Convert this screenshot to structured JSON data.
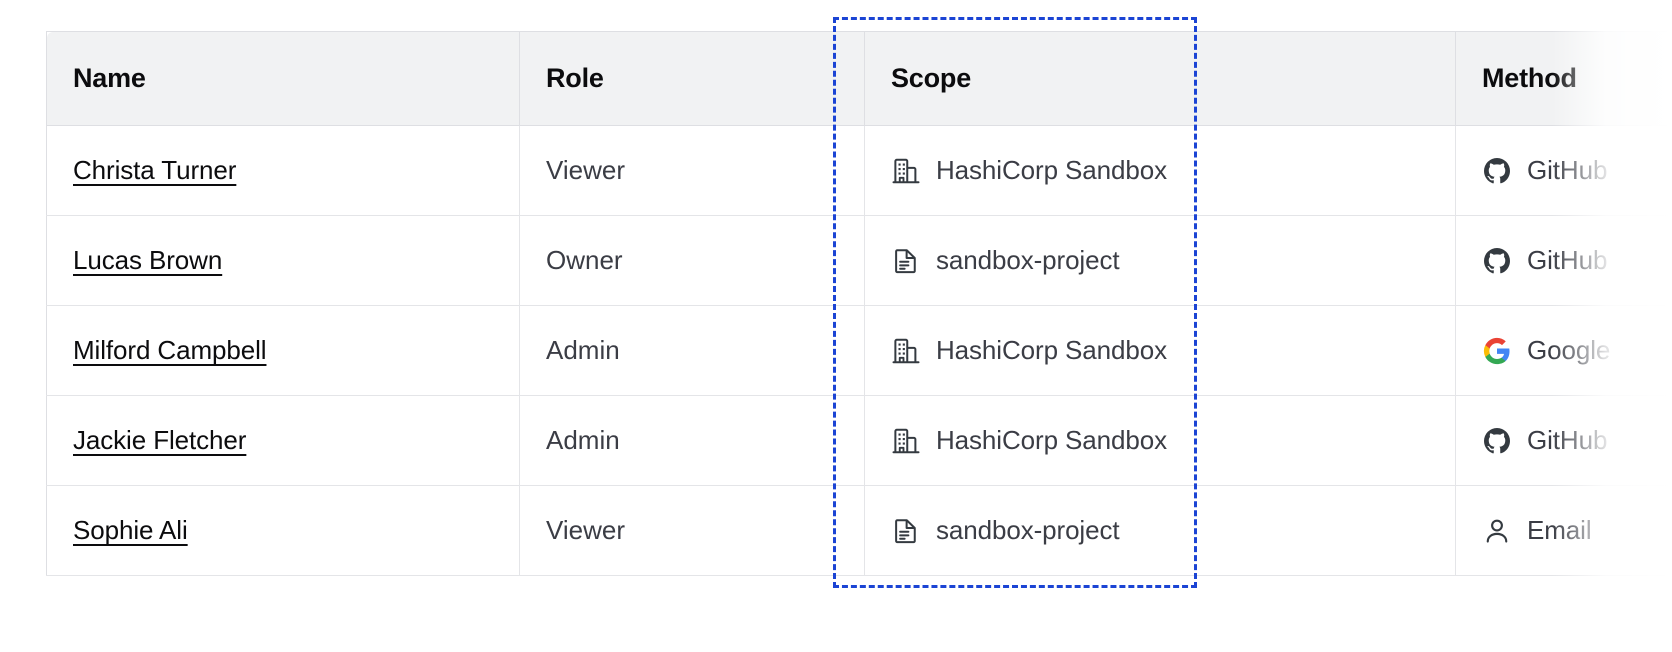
{
  "table": {
    "name": "members-table",
    "columns": [
      {
        "key": "name",
        "label": "Name"
      },
      {
        "key": "role",
        "label": "Role"
      },
      {
        "key": "scope",
        "label": "Scope"
      },
      {
        "key": "method",
        "label": "Method"
      }
    ],
    "rows": [
      {
        "name": "Christa Turner",
        "role": "Viewer",
        "scope": "HashiCorp Sandbox",
        "scope_icon": "org-building-icon",
        "method": "GitHub",
        "method_icon": "github-icon"
      },
      {
        "name": "Lucas Brown",
        "role": "Owner",
        "scope": "sandbox-project",
        "scope_icon": "project-document-icon",
        "method": "GitHub",
        "method_icon": "github-icon"
      },
      {
        "name": "Milford Campbell",
        "role": "Admin",
        "scope": "HashiCorp Sandbox",
        "scope_icon": "org-building-icon",
        "method": "Google",
        "method_icon": "google-icon"
      },
      {
        "name": "Jackie Fletcher",
        "role": "Admin",
        "scope": "HashiCorp Sandbox",
        "scope_icon": "org-building-icon",
        "method": "GitHub",
        "method_icon": "github-icon"
      },
      {
        "name": "Sophie Ali",
        "role": "Viewer",
        "scope": "sandbox-project",
        "scope_icon": "project-document-icon",
        "method": "Email",
        "method_icon": "user-person-icon"
      }
    ]
  },
  "highlight": {
    "target_column": "Scope",
    "style": "dashed",
    "color": "#1B44D4"
  },
  "colors": {
    "header_background": "#F1F2F3",
    "header_text": "#0C0C0E",
    "body_text": "#3B3D45",
    "link_text": "#0C0C0E",
    "border": "#DEDFE3",
    "row_border": "#E4E5E8",
    "page_background": "#FFFFFF",
    "highlight": "#1B44D4",
    "github_icon": "#343A40",
    "google_blue": "#4285F4",
    "google_red": "#EA4335",
    "google_yellow": "#FBBC05",
    "google_green": "#34A853"
  }
}
